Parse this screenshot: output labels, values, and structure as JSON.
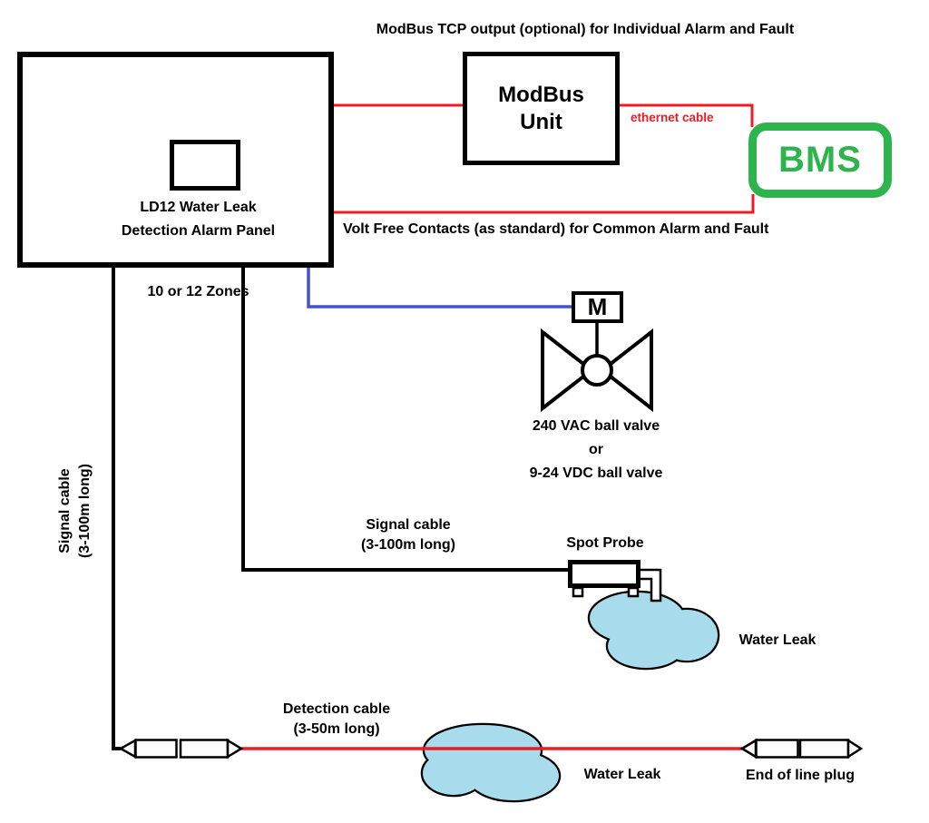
{
  "colors": {
    "line_black": "#000000",
    "cable_red": "#ed1c24",
    "cable_blue": "#4353cd",
    "bms_green": "#2db44c",
    "water_fill": "#a8dbec",
    "background": "#ffffff"
  },
  "notes": {
    "modbus_tcp": "ModBus TCP output (optional) for Individual Alarm and Fault",
    "volt_free": "Volt Free Contacts (as standard) for Common Alarm and Fault"
  },
  "panel": {
    "title_line1": "LD12 Water Leak",
    "title_line2": "Detection Alarm Panel",
    "zones": "10 or 12 Zones"
  },
  "modbus_unit": {
    "line1": "ModBus",
    "line2": "Unit"
  },
  "bms": {
    "label": "BMS"
  },
  "ethernet": {
    "label": "ethernet cable"
  },
  "valve": {
    "motor": "M",
    "caption_line1": "240 VAC ball valve",
    "caption_line2": "or",
    "caption_line3": "9-24 VDC ball valve"
  },
  "signal_cable_left": {
    "line1": "Signal cable",
    "line2": "(3-100m long)"
  },
  "signal_cable_mid": {
    "line1": "Signal cable",
    "line2": "(3-100m long)"
  },
  "spot_probe": {
    "label": "Spot Probe"
  },
  "water_leak_probe": {
    "label": "Water Leak"
  },
  "detection_cable": {
    "line1": "Detection cable",
    "line2": "(3-50m long)"
  },
  "water_leak_cable": {
    "label": "Water Leak"
  },
  "end_of_line": {
    "label": "End of line plug"
  }
}
